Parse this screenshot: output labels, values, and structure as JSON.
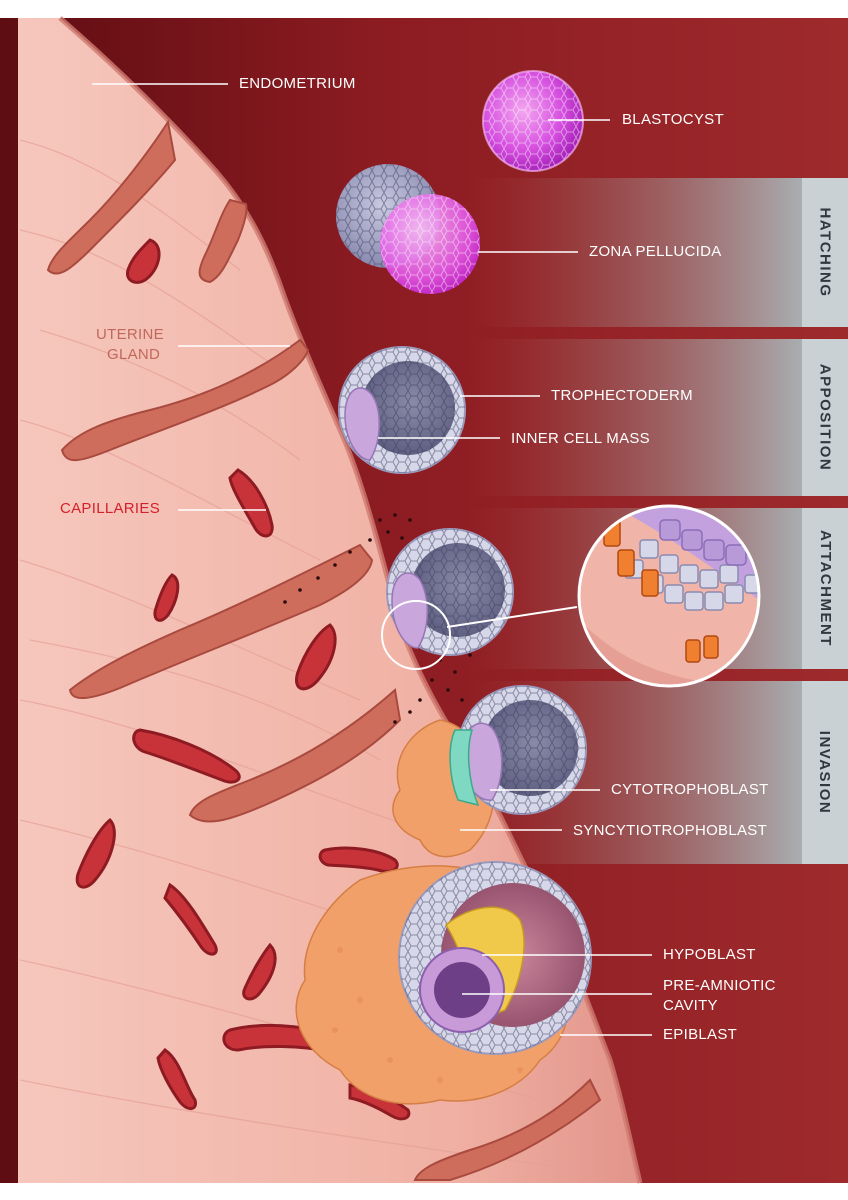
{
  "labels": {
    "endometrium": "ENDOMETRIUM",
    "blastocyst": "BLASTOCYST",
    "zona_pellucida": "ZONA PELLUCIDA",
    "uterine_gland_line1": "UTERINE",
    "uterine_gland_line2": "GLAND",
    "trophectoderm": "TROPHECTODERM",
    "inner_cell_mass": "INNER CELL MASS",
    "capillaries": "CAPILLARIES",
    "cytotrophoblast": "CYTOTROPHOBLAST",
    "syncytiotrophoblast": "SYNCYTIOTROPHOBLAST",
    "hypoblast": "HYPOBLAST",
    "pre_amniotic_line1": "PRE-AMNIOTIC",
    "pre_amniotic_line2": "CAVITY",
    "epiblast": "EPIBLAST"
  },
  "stages": [
    {
      "label": "HATCHING"
    },
    {
      "label": "APPOSITION"
    },
    {
      "label": "ATTACHMENT"
    },
    {
      "label": "INVASION"
    }
  ],
  "colors": {
    "background_dark_red": "#8b1a1e",
    "tissue_pink": "#f1b3a7",
    "stage_tab_gray": "#c9d1d4",
    "blastocyst_magenta": "#d64fe0",
    "cell_lavender": "#b3b3d6",
    "syncytio_orange": "#f2a069",
    "capillary_red": "#c8333a",
    "hypoblast_yellow": "#f0c94a"
  }
}
